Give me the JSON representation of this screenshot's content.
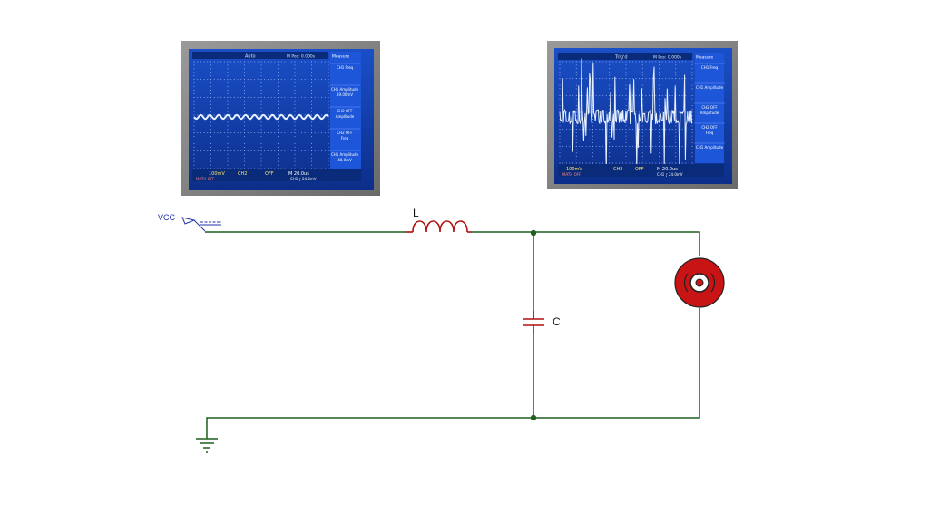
{
  "circuit": {
    "labels": {
      "vcc": "VCC",
      "inductor": "L",
      "capacitor": "C"
    },
    "colors": {
      "wire": "#1f5f1f",
      "component": "#b01010",
      "vcc": "#2233aa",
      "motor_fill": "#c81414"
    }
  },
  "scopes": [
    {
      "id": "left",
      "header": {
        "mode": "Auto",
        "status": "M Pos: 0.000s",
        "menu": "Measure"
      },
      "menu_items": [
        "CH1 Freq",
        "CH1 Amplitude 19.00mV",
        "CH2 OFF Amplitude",
        "CH2 OFF Freq",
        "CH1 Amplitude 48.0mV"
      ],
      "footer": {
        "ch1": "100mV",
        "ch2_label": "CH2",
        "ch2_val": "OFF",
        "time": "M 20.0us",
        "sub": "MATH OFF",
        "trig": "CH1 ∫ 24.0mV"
      }
    },
    {
      "id": "right",
      "header": {
        "mode": "Trig'd",
        "status": "M Pos: 0.000s",
        "menu": "Measure"
      },
      "menu_items": [
        "CH1 Freq",
        "CH1 Amplitude",
        "CH2 OFF Amplitude",
        "CH2 OFF Freq",
        "CH1 Amplitude"
      ],
      "footer": {
        "ch1": "100mV",
        "ch2_label": "CH2",
        "ch2_val": "OFF",
        "time": "M 20.0us",
        "sub": "MATH OFF",
        "trig": "CH1 ∫ 24.0mV"
      }
    }
  ]
}
